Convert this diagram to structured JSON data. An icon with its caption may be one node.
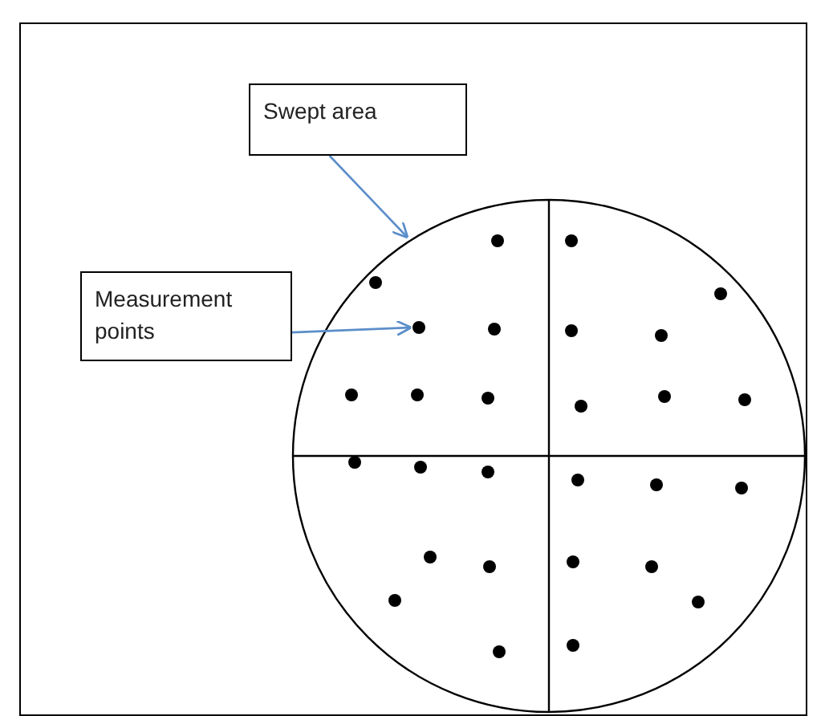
{
  "diagram": {
    "nodes": [
      {
        "text": [
          "Swept area"
        ]
      },
      {
        "text": [
          "Measurement points"
        ]
      },
      {
        "text": [],
        "shape": "circle"
      },
      {
        "text": [],
        "shape": "circle",
        "in": 2
      }
    ],
    "edges": [
      {
        "from": 0,
        "to": 2,
        "arrow": "to"
      },
      {
        "from": 1,
        "to": 3,
        "arrow": "to"
      }
    ]
  }
}
